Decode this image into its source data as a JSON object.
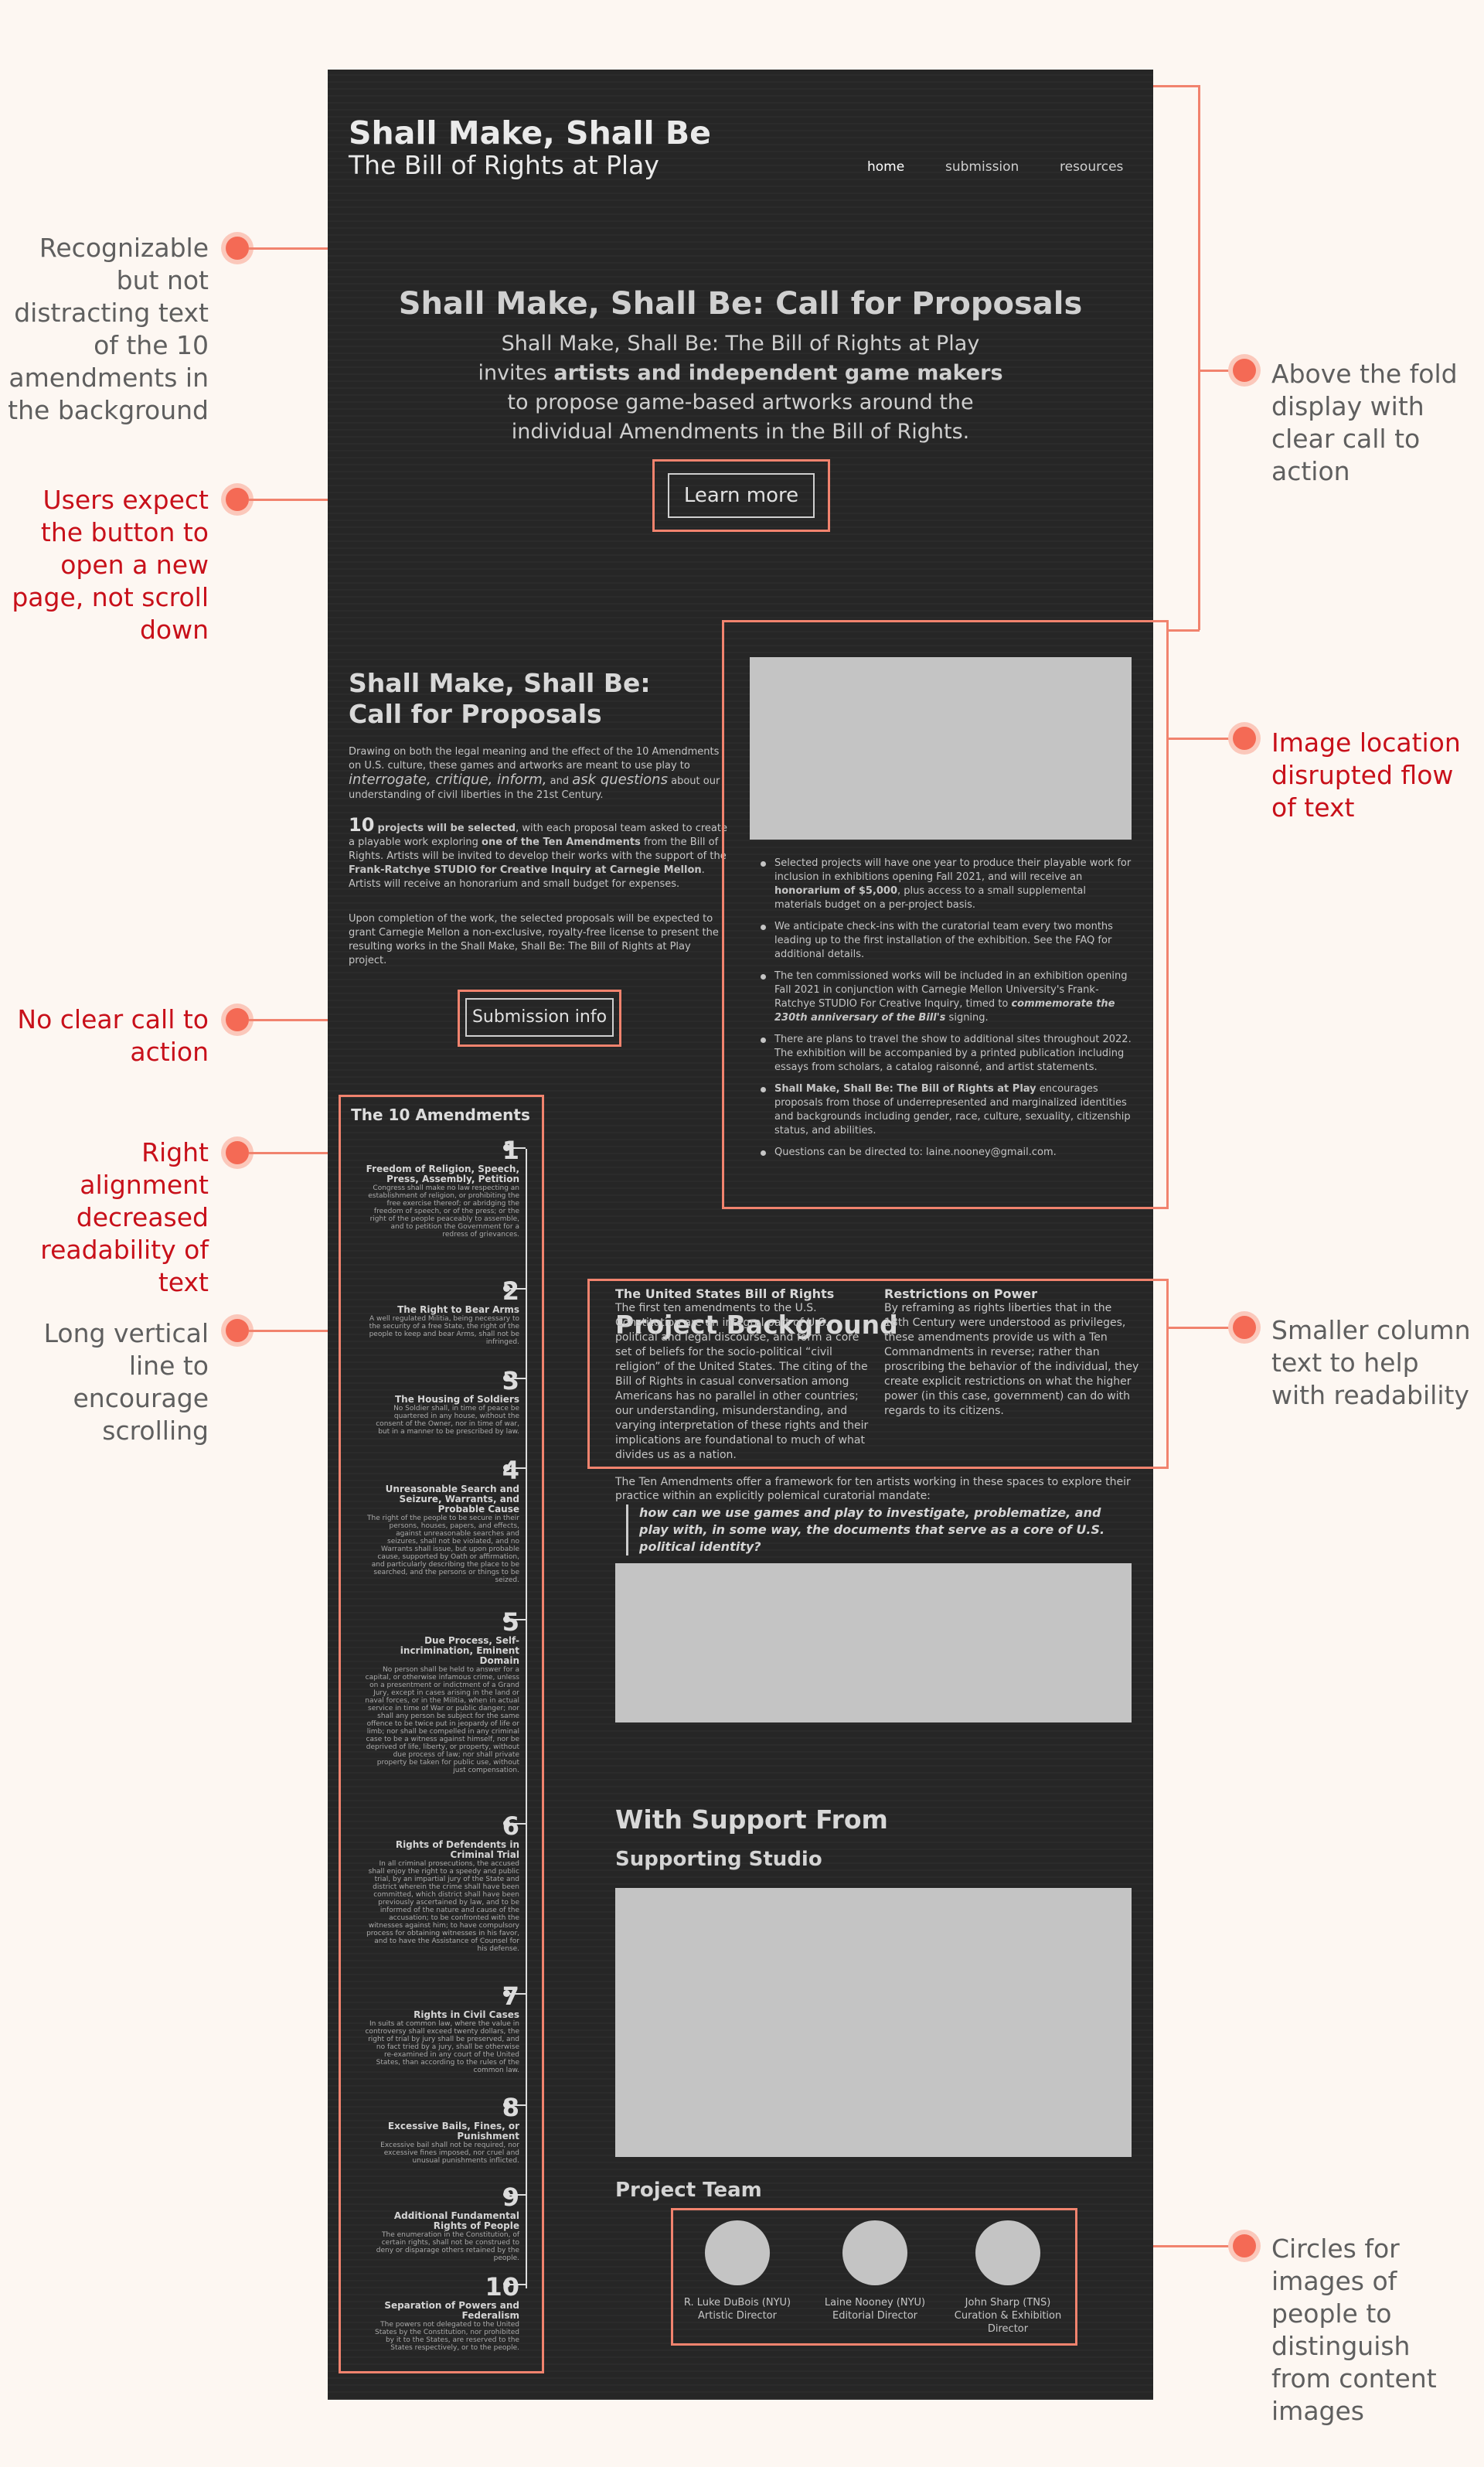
{
  "annotations": {
    "recognizable": "Recognizable but not distracting text of the 10 amendments in the background",
    "users_expect": "Users expect the button to open a new page, not scroll down",
    "no_cta": "No clear call to action",
    "right_align": "Right alignment decreased readability of text",
    "long_line": "Long vertical line to encourage scrolling",
    "above_fold": "Above the fold display with clear call to action",
    "image_location": "Image location disrupted flow of text",
    "smaller_column": "Smaller column text to help with readability",
    "circles": "Circles for images of people to distinguish from content images"
  },
  "header": {
    "title": "Shall Make, Shall Be",
    "subtitle": "The Bill of Rights at Play",
    "nav": [
      "home",
      "submission",
      "resources"
    ]
  },
  "hero": {
    "title": "Shall Make, Shall Be: Call for Proposals",
    "line1": "Shall Make, Shall Be: The Bill of Rights at Play",
    "invites": "invites",
    "artists": "artists and independent game makers",
    "line3": "to propose game-based artworks around the individual Amendments in the Bill of Rights.",
    "button": "Learn more"
  },
  "proposals": {
    "title": "Shall Make, Shall Be: Call for Proposals",
    "p1a": "Drawing on both the legal meaning and the effect of the 10 Amendments on U.S. culture, these games and artworks are meant to use play to",
    "p1b": "interrogate, critique, inform,",
    "p1c": "and",
    "p1d": "ask questions",
    "p1e": "about our understanding of civil liberties in the 21st Century.",
    "p2num": "10",
    "p2a": "projects will be selected",
    "p2b": ", with each proposal team asked to create a playable work exploring",
    "p2c": "one of the Ten Amendments",
    "p2d": "from the Bill of Rights. Artists will be invited to develop their works with the support of the",
    "p2e": "Frank-Ratchye STUDIO for Creative Inquiry at Carnegie Mellon",
    "p2f": ". Artists will receive an honorarium and small budget for expenses.",
    "p3": "Upon completion of the work, the selected proposals will be expected to grant Carnegie Mellon a non-exclusive, royalty-free license to present the resulting works in the Shall Make, Shall Be: The Bill of Rights at Play project.",
    "button": "Submission info"
  },
  "bullets": [
    {
      "a": "Selected projects will have one year to produce their playable work for inclusion in exhibitions opening Fall 2021, and will receive an ",
      "b": "honorarium of $5,000",
      "c": ", plus access to a small supplemental materials budget on a per-project basis."
    },
    {
      "a": "We anticipate check-ins with the curatorial team every two months leading up to the first installation of the exhibition. See the FAQ for additional details.",
      "b": "",
      "c": ""
    },
    {
      "a": "The ten commissioned works will be included in an exhibition opening Fall 2021 in conjunction with Carnegie Mellon University's Frank-Ratchye STUDIO For Creative Inquiry, timed to ",
      "b": "commemorate the 230th anniversary of the Bill's",
      "c": " signing."
    },
    {
      "a": "There are plans to travel the show to additional sites throughout 2022. The exhibition will be accompanied by a printed publication including essays from scholars, a catalog raisonné, and artist statements.",
      "b": "",
      "c": ""
    },
    {
      "a": "",
      "b": "Shall Make, Shall Be: The Bill of Rights at Play",
      "c": " encourages proposals from those of underrepresented and marginalized identities and backgrounds including gender, race, culture, sexuality, citizenship status, and abilities."
    },
    {
      "a": "Questions can be directed to: laine.nooney@gmail.com.",
      "b": "",
      "c": ""
    }
  ],
  "amendments": {
    "title": "The 10 Amendments",
    "items": [
      {
        "num": "1",
        "title": "Freedom of Religion, Speech, Press, Assembly, Petition",
        "text": "Congress shall make no law respecting an establishment of religion, or prohibiting the free exercise thereof; or abridging the freedom of speech, or of the press; or the right of the people peaceably to assemble, and to petition the Government for a redress of grievances."
      },
      {
        "num": "2",
        "title": "The Right to Bear Arms",
        "text": "A well regulated Militia, being necessary to the security of a free State, the right of the people to keep and bear Arms, shall not be infringed."
      },
      {
        "num": "3",
        "title": "The Housing of Soldiers",
        "text": "No Soldier shall, in time of peace be quartered in any house, without the consent of the Owner, nor in time of war, but in a manner to be prescribed by law."
      },
      {
        "num": "4",
        "title": "Unreasonable Search and Seizure, Warrants, and Probable Cause",
        "text": "The right of the people to be secure in their persons, houses, papers, and effects, against unreasonable searches and seizures, shall not be violated, and no Warrants shall issue, but upon probable cause, supported by Oath or affirmation, and particularly describing the place to be searched, and the persons or things to be seized."
      },
      {
        "num": "5",
        "title": "Due Process, Self-incrimination, Eminent Domain",
        "text": "No person shall be held to answer for a capital, or otherwise infamous crime, unless on a presentment or indictment of a Grand Jury, except in cases arising in the land or naval forces, or in the Militia, when in actual service in time of War or public danger; nor shall any person be subject for the same offence to be twice put in jeopardy of life or limb; nor shall be compelled in any criminal case to be a witness against himself, nor be deprived of life, liberty, or property, without due process of law; nor shall private property be taken for public use, without just compensation."
      },
      {
        "num": "6",
        "title": "Rights of Defendents in Criminal Trial",
        "text": "In all criminal prosecutions, the accused shall enjoy the right to a speedy and public trial, by an impartial jury of the State and district wherein the crime shall have been committed, which district shall have been previously ascertained by law, and to be informed of the nature and cause of the accusation; to be confronted with the witnesses against him; to have compulsory process for obtaining witnesses in his favor, and to have the Assistance of Counsel for his defense."
      },
      {
        "num": "7",
        "title": "Rights in Civil Cases",
        "text": "In suits at common law, where the value in controversy shall exceed twenty dollars, the right of trial by jury shall be preserved, and no fact tried by a jury, shall be otherwise re-examined in any court of the United States, than according to the rules of the common law."
      },
      {
        "num": "8",
        "title": "Excessive Bails, Fines, or Punishment",
        "text": "Excessive bail shall not be required, nor excessive fines imposed, nor cruel and unusual punishments inflicted."
      },
      {
        "num": "9",
        "title": "Additional Fundamental Rights of People",
        "text": "The enumeration in the Constitution, of certain rights, shall not be construed to deny or disparage others retained by the people."
      },
      {
        "num": "10",
        "title": "Separation of Powers and Federalism",
        "text": "The powers not delegated to the United States by the Constitution, nor prohibited by it to the States, are reserved to the States respectively, or to the people."
      }
    ]
  },
  "background": {
    "title": "Project Background",
    "col1_title": "The United States Bill of Rights",
    "col1_text": "The first ten amendments to the U.S. Constitution are an integral part of U.S. political and legal discourse, and form a core set of beliefs for the socio-political “civil religion” of the United States. The citing of the Bill of Rights in casual conversation among Americans has no parallel in other countries; our understanding, misunderstanding, and varying interpretation of these rights and their implications are foundational to much of what divides us as a nation.",
    "col2_title": "Restrictions on Power",
    "col2_text": "By reframing as rights liberties that in the 18th Century were understood as privileges, these amendments provide us with a Ten Commandments in reverse; rather than proscribing the behavior of the individual, they create explicit restrictions on what the higher power (in this case, government) can do with regards to its citizens.",
    "framework": "The Ten Amendments offer a framework for ten artists working in these spaces to explore their practice within an explicitly polemical curatorial mandate:",
    "quote": "how can we use games and play to investigate, problematize, and play with, in some way, the documents that serve as a core of U.S. political identity?"
  },
  "support": {
    "title": "With Support From",
    "studio": "Supporting Studio",
    "team": "Project Team",
    "people": [
      {
        "name": "R. Luke DuBois (NYU)",
        "role": "Artistic Director"
      },
      {
        "name": "Laine Nooney (NYU)",
        "role": "Editorial Director"
      },
      {
        "name": "John Sharp (TNS)",
        "role": "Curation & Exhibition Director"
      }
    ]
  },
  "colors": {
    "accent": "#f1836e",
    "dot": "#f46a55",
    "page_bg": "#fdf7f2",
    "mock_bg": "#262626",
    "red_note": "#c8101a",
    "gray_note": "#5f5f5f"
  }
}
